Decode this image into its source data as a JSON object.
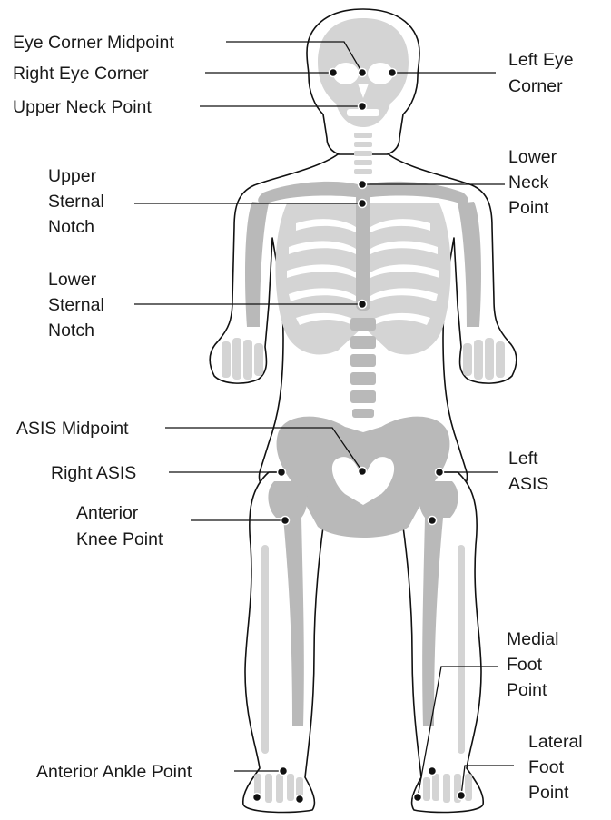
{
  "labels": {
    "eye_corner_midpoint": [
      "Eye Corner Midpoint"
    ],
    "right_eye_corner": [
      "Right Eye Corner"
    ],
    "upper_neck_point": [
      "Upper Neck Point"
    ],
    "left_eye_corner": [
      "Left Eye",
      "Corner"
    ],
    "lower_neck_point": [
      "Lower",
      "Neck",
      "Point"
    ],
    "upper_sternal_notch": [
      "Upper",
      "Sternal",
      "Notch"
    ],
    "lower_sternal_notch": [
      "Lower",
      "Sternal",
      "Notch"
    ],
    "asis_midpoint": [
      "ASIS Midpoint"
    ],
    "right_asis": [
      "Right ASIS"
    ],
    "left_asis": [
      "Left",
      "ASIS"
    ],
    "anterior_knee_point": [
      "Anterior",
      "Knee Point"
    ],
    "medial_foot_point": [
      "Medial",
      "Foot",
      "Point"
    ],
    "anterior_ankle_point": [
      "Anterior Ankle Point"
    ],
    "lateral_foot_point": [
      "Lateral",
      "Foot",
      "Point"
    ]
  },
  "colors": {
    "bone": "#b9b9b9",
    "outline": "#111111",
    "marker": "#111111"
  }
}
